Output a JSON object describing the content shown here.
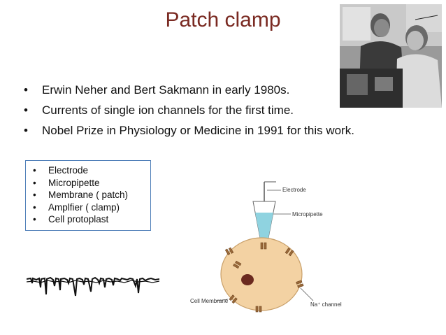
{
  "slide": {
    "title": "Patch clamp",
    "bullets": [
      "Erwin Neher and Bert Sakmann in early 1980s.",
      "Currents of single ion channels for the first time.",
      "Nobel Prize in Physiology or Medicine in 1991 for this work."
    ],
    "box_items": [
      "Electrode",
      "Micropipette",
      "Membrane ( patch)",
      "Amplfier ( clamp)",
      "Cell protoplast"
    ],
    "diagram_labels": {
      "electrode": "Electrode",
      "micropipette": "Micropipette",
      "cell_membrane": "Cell Membrane",
      "channel": "Na⁺ channel"
    },
    "colors": {
      "title": "#7a2a22",
      "box_border": "#4f7fb8",
      "cell_fill": "#f3d2a3",
      "pipette_fluid": "#8fd3e0"
    }
  }
}
